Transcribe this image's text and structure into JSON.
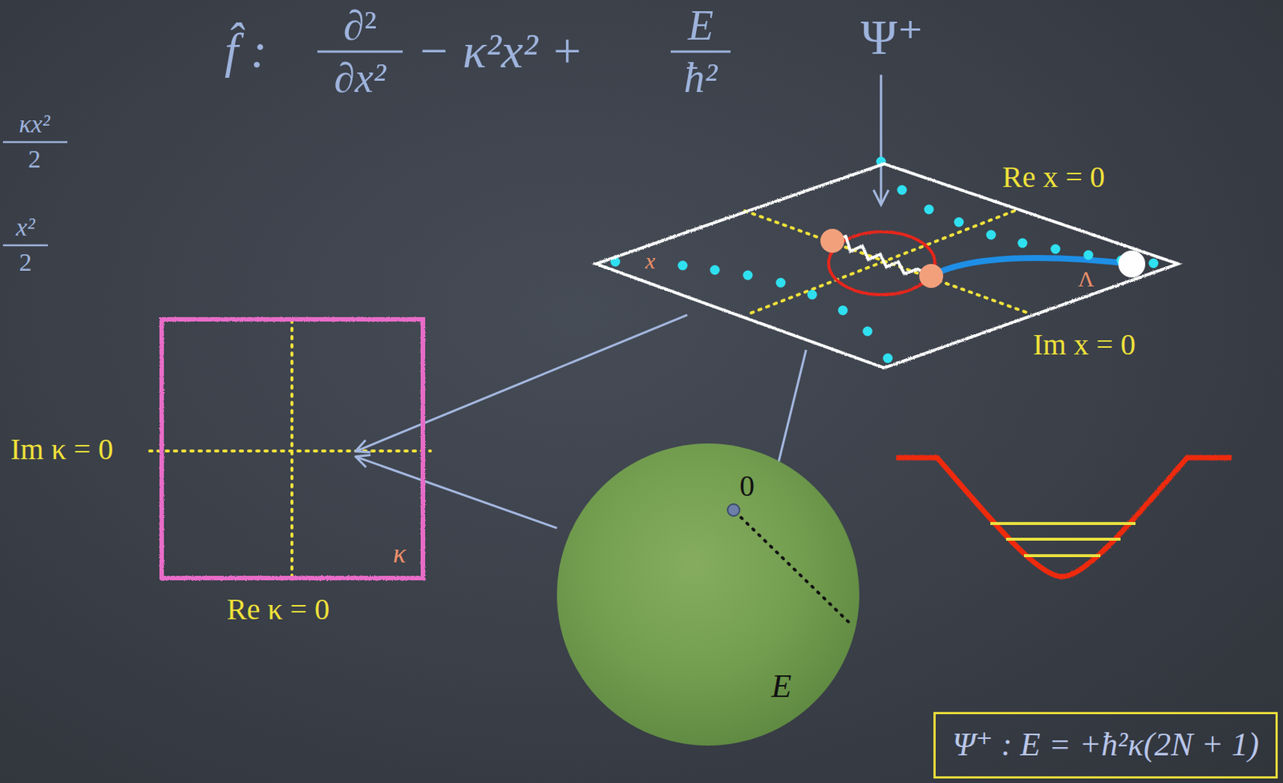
{
  "diagram": {
    "nodes": [
      {
        "text": [
          "x",
          "Λ"
        ]
      },
      {
        "text": [
          "κ"
        ]
      },
      {
        "text": [
          "0",
          "E"
        ]
      },
      {
        "text": [
          "Ψ⁺ : E = +ħ²κ(2N + 1)"
        ]
      }
    ],
    "edges": [
      {
        "from": 0,
        "to": 1,
        "arrow": "to"
      },
      {
        "from": 2,
        "to": 1,
        "arrow": "to"
      },
      {
        "from": 0,
        "to": 2,
        "arrow": "to"
      }
    ],
    "labels": [
      "κx²",
      "2",
      "x²",
      "2",
      "f̂ :",
      "∂²",
      "∂x²",
      "− κ²x² +",
      "E",
      "ħ²",
      "Ψ⁺",
      "Re x = 0",
      "Im x = 0",
      "Im κ = 0",
      "Re κ = 0"
    ]
  }
}
